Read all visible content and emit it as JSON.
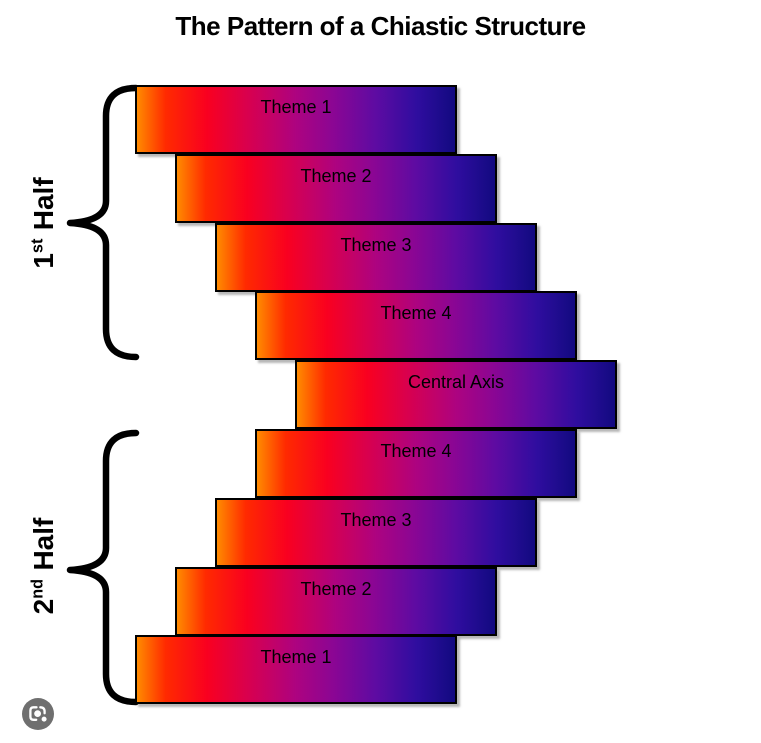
{
  "title": "The Pattern of a Chiastic Structure",
  "bars": [
    {
      "label": "Theme 1"
    },
    {
      "label": "Theme 2"
    },
    {
      "label": "Theme 3"
    },
    {
      "label": "Theme 4"
    },
    {
      "label": "Central Axis"
    },
    {
      "label": "Theme 4"
    },
    {
      "label": "Theme 3"
    },
    {
      "label": "Theme 2"
    },
    {
      "label": "Theme 1"
    }
  ],
  "half_labels": {
    "first": {
      "number": "1",
      "suffix": "st",
      "word": "Half"
    },
    "second": {
      "number": "2",
      "suffix": "nd",
      "word": "Half"
    }
  },
  "icons": {
    "bottom_left": "google-lens-icon"
  },
  "colors": {
    "bar_gradient_stops": [
      "#ff8b00",
      "#ff2a00",
      "#d8004f",
      "#ad0380",
      "#5e0ba2",
      "#120a80"
    ],
    "bar_border": "#000000",
    "bar_shadow": "#878787",
    "brace": "#000000",
    "title_text": "#000000",
    "background": "#ffffff",
    "lens_circle": "#6f6f6f",
    "lens_glyph": "#ffffff"
  }
}
